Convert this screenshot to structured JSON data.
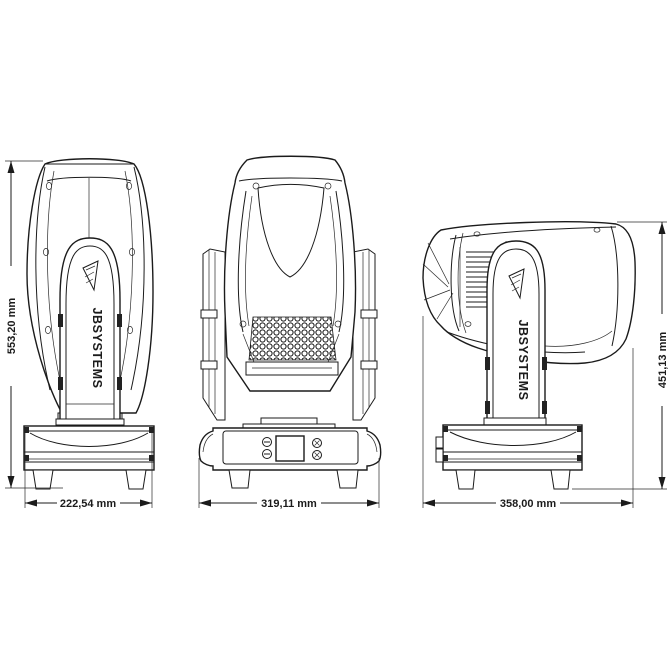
{
  "drawing": {
    "brand": "JBSYSTEMS",
    "dimensions": {
      "side_view_height": "553,20 mm",
      "side_view_width": "222,54 mm",
      "front_view_width": "319,11 mm",
      "profile_view_height": "451,13 mm",
      "profile_view_depth": "358,00 mm"
    }
  }
}
